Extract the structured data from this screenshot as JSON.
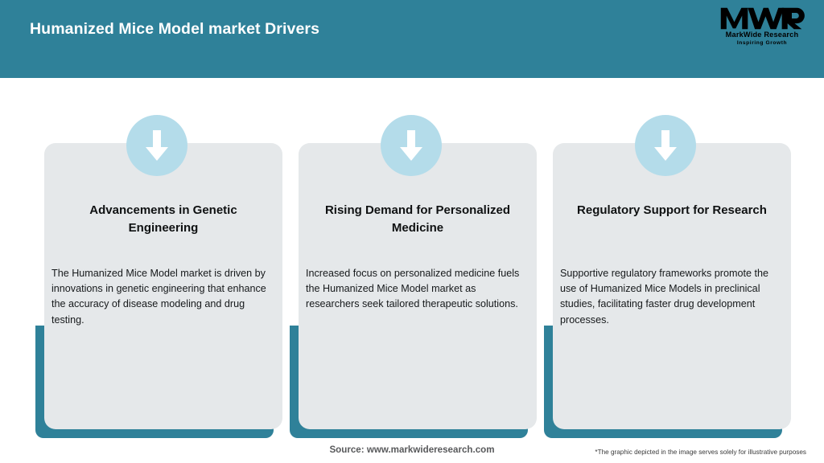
{
  "header": {
    "title": "Humanized Mice Model market Drivers",
    "background_color": "#2f8199",
    "title_color": "#ffffff"
  },
  "logo": {
    "mark_text": "MWR",
    "company_name": "MarkWide Research",
    "tagline": "Inspiring Growth"
  },
  "cards": [
    {
      "icon": "down-arrow-icon",
      "heading": "Advancements in Genetic Engineering",
      "body": "The Humanized Mice Model market is driven by innovations in genetic engineering that enhance the accuracy of disease modeling and drug testing."
    },
    {
      "icon": "down-arrow-icon",
      "heading": "Rising Demand for Personalized Medicine",
      "body": "Increased focus on personalized medicine fuels the Humanized Mice Model market as researchers seek tailored therapeutic solutions."
    },
    {
      "icon": "down-arrow-icon",
      "heading": "Regulatory Support for Research",
      "body": "Supportive regulatory frameworks promote the use of Humanized Mice Models in preclinical studies, facilitating faster drug development processes."
    }
  ],
  "footer": {
    "source": "Source: www.markwideresearch.com",
    "disclaimer": "*The graphic depicted in the image serves solely for illustrative purposes"
  },
  "colors": {
    "teal": "#2f8199",
    "badge_blue": "#b4dcea",
    "panel_grey": "#e5e8ea",
    "page_background": "#ffffff",
    "heading_text": "#0f1112",
    "body_text": "#16191b",
    "footer_text": "#58595b"
  }
}
